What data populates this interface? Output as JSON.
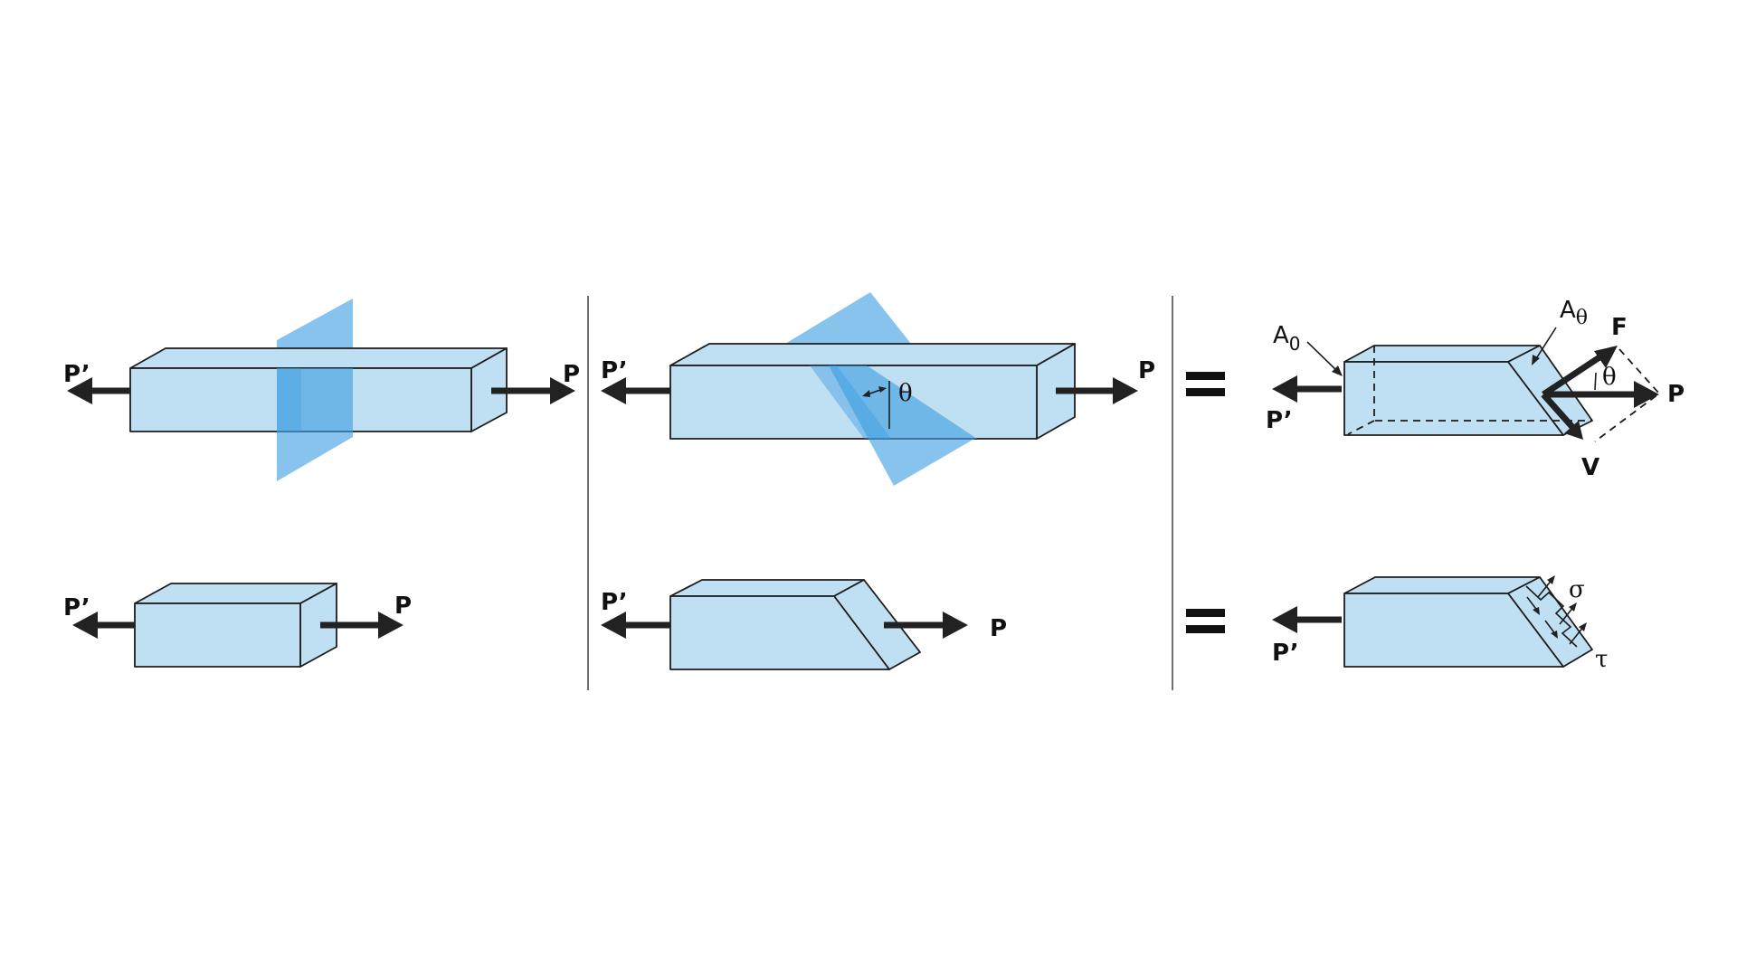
{
  "labels": {
    "p_prime": "P’",
    "p": "P",
    "theta": "θ",
    "a_zero_main": "A",
    "a_zero_sub": "0",
    "a_theta_main": "A",
    "a_theta_sub": "θ",
    "force_f": "F",
    "force_v": "V",
    "sigma": "σ",
    "tau": "τ"
  },
  "colors": {
    "bar_fill": "#bfdff2",
    "section_plane": "#3d9ee0",
    "arrows": "#222222"
  }
}
